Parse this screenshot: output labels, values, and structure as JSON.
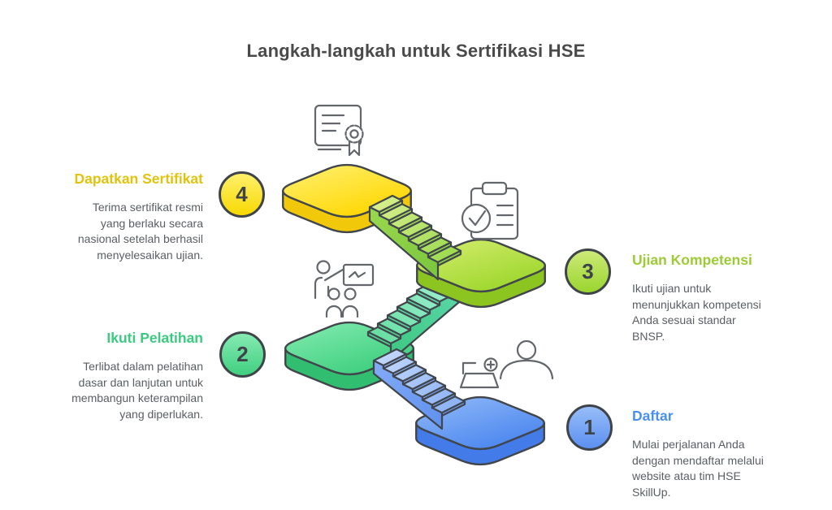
{
  "title": "Langkah-langkah untuk Sertifikasi HSE",
  "steps": [
    {
      "number": "1",
      "heading": "Daftar",
      "description": "Mulai perjalanan Anda\ndengan mendaftar melalui\nwebsite atau tim HSE\nSkillUp.",
      "accent_color": "#4A8FF2",
      "icon": "laptop-register-icon"
    },
    {
      "number": "2",
      "heading": "Ikuti Pelatihan",
      "description": "Terlibat dalam pelatihan\ndasar dan lanjutan untuk\nmembangun keterampilan\nyang diperlukan.",
      "accent_color": "#3BCB80",
      "icon": "training-presentation-icon"
    },
    {
      "number": "3",
      "heading": "Ujian Kompetensi",
      "description": "Ikuti ujian untuk\nmenunjukkan kompetensi\nAnda sesuai standar\nBNSP.",
      "accent_color": "#9CCB35",
      "icon": "clipboard-check-icon"
    },
    {
      "number": "4",
      "heading": "Dapatkan Sertifikat",
      "description": "Terima sertifikat resmi\nyang berlaku secara\nnasional setelah berhasil\nmenyelesaikan ujian.",
      "accent_color": "#E2C30E",
      "icon": "certificate-icon"
    }
  ],
  "colors": {
    "title_text": "#4A4A4A",
    "body_text": "#5A5E63",
    "outline": "#41464C",
    "step1_platform": "#4A86EF",
    "step2_platform": "#3CCE7D",
    "step3_platform": "#9CD62B",
    "step4_platform": "#FFD600"
  }
}
